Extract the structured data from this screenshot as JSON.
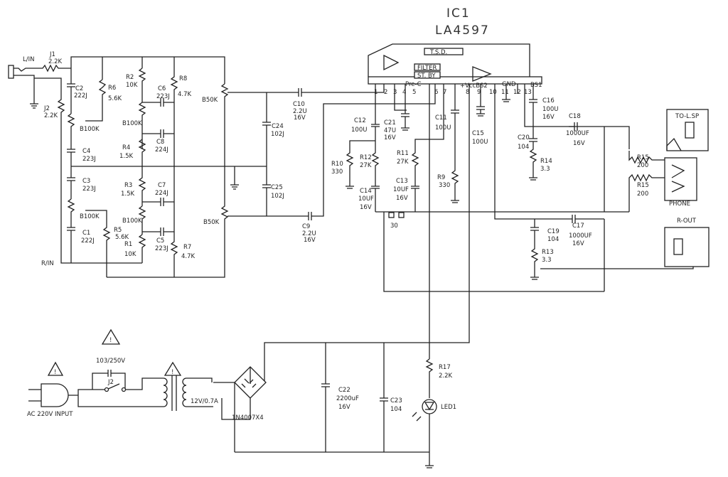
{
  "title": {
    "line1": "IC1",
    "line2": "LA4597"
  },
  "labels": {
    "l_in": "L/IN",
    "r_in": "R/IN",
    "j1": "J1",
    "j1v": "2.2K",
    "j2": "J2",
    "j2v": "2.2K",
    "c2": "C2",
    "c2v": "222J",
    "r6": "R6",
    "r6v": "5.6K",
    "r2": "R2",
    "r2v": "10K",
    "c6": "C6",
    "c6v": "223J",
    "r8": "R8",
    "r8v": "4.7K",
    "b100k_a": "B100K",
    "b100k_b": "B100K",
    "b100k_c": "B100K",
    "b100k_d": "B100K",
    "c8": "C8",
    "c8v": "224J",
    "r4": "R4",
    "r4v": "1.5K",
    "c4": "C4",
    "c4v": "223J",
    "c3": "C3",
    "c3v": "223J",
    "r3": "R3",
    "r3v": "1.5K",
    "c7": "C7",
    "c7v": "224J",
    "r5": "R5",
    "r5v": "5.6K",
    "c1": "C1",
    "c1v": "222J",
    "r1": "R1",
    "r1v": "10K",
    "c5": "C5",
    "c5v": "223J",
    "r7": "R7",
    "r7v": "4.7K",
    "b50k_a": "B50K",
    "b50k_b": "B50K",
    "c24": "C24",
    "c24v": "102J",
    "c25": "C25",
    "c25v": "102J",
    "c10": "C10",
    "c10v1": "2.2U",
    "c10v2": "16V",
    "c9": "C9",
    "c9v1": "2.2U",
    "c9v2": "16V",
    "tsd": "T.S.D.",
    "filter": "FILTER",
    "stby": "ST. BY",
    "prec": "Pre-C",
    "vccbs2": "+VccBS2",
    "gnd": "GND",
    "bs1": "BS1",
    "c12": "C12",
    "c12v": "100U",
    "c21": "C21",
    "c21v1": "47U",
    "c21v2": "16V",
    "c11": "C11",
    "c11v": "100U",
    "c15": "C15",
    "c15v": "100U",
    "c16": "C16",
    "c16v1": "100U",
    "c16v2": "16V",
    "c18": "C18",
    "c18v1": "1000UF",
    "c18v2": "16V",
    "c20": "C20",
    "c20v": "104",
    "r14": "R14",
    "r14v": "3.3",
    "r10": "R10",
    "r10v": "330",
    "r12": "R12",
    "r12v": "27K",
    "r11": "R11",
    "r11v": "27K",
    "r9": "R9",
    "r9v": "330",
    "c14": "C14",
    "c14v1": "10UF",
    "c14v2": "16V",
    "c13": "C13",
    "c13v1": "10UF",
    "c13v2": "16V",
    "n30": "30",
    "c19": "C19",
    "c19v": "104",
    "c17": "C17",
    "c17v1": "1000UF",
    "c17v2": "16V",
    "r13": "R13",
    "r13v": "3.3",
    "r15a": "R15",
    "r15av": "200",
    "r15b": "R15",
    "r15bv": "200",
    "to_lsp": "TO-L.SP",
    "phone": "PHONE",
    "r_out": "R-OUT",
    "cap103": "103/250V",
    "j2sw": "J2",
    "ac_input": "AC 220V INPUT",
    "transformer": "12V/0.7A",
    "diodes": "1N4007X4",
    "c22": "C22",
    "c22v1": "2200uF",
    "c22v2": "16V",
    "c23": "C23",
    "c23v": "104",
    "r17": "R17",
    "r17v": "2.2K",
    "led": "LED1",
    "warn": "!"
  },
  "pins": [
    "1",
    "2",
    "3",
    "4",
    "5",
    "6",
    "7",
    "8",
    "9",
    "10",
    "11",
    "12",
    "13"
  ]
}
